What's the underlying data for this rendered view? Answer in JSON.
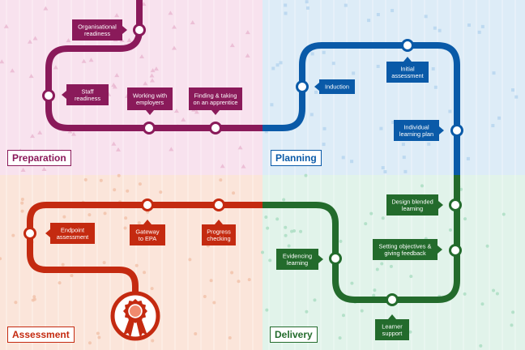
{
  "colors": {
    "preparation": "#8a1a5a",
    "planning": "#0a5aa8",
    "delivery": "#236b2c",
    "assessment": "#c42a10",
    "bg_preparation": "#f8e2ee",
    "bg_planning": "#ddecf7",
    "bg_delivery": "#e1f3ea",
    "bg_assessment": "#fbe5da"
  },
  "quadrants": {
    "preparation": "Preparation",
    "planning": "Planning",
    "assessment": "Assessment",
    "delivery": "Delivery"
  },
  "stops": {
    "organisational_readiness": [
      "Organisational",
      "readiness"
    ],
    "staff_readiness": [
      "Staff",
      "readiness"
    ],
    "working_with_employers": [
      "Working with",
      "employers"
    ],
    "finding_apprentice": [
      "Finding & taking",
      "on an apprentice"
    ],
    "induction": [
      "Induction"
    ],
    "initial_assessment": [
      "Initial",
      "assessment"
    ],
    "individual_learning_plan": [
      "Individual",
      "learning plan"
    ],
    "design_blended_learning": [
      "Design blended",
      "learning"
    ],
    "setting_objectives": [
      "Setting objectives &",
      "giving feedback"
    ],
    "learner_support": [
      "Learner",
      "support"
    ],
    "evidencing_learning": [
      "Evidencing",
      "learning"
    ],
    "progress_checking": [
      "Progress",
      "checking"
    ],
    "gateway_to_epa": [
      "Gateway",
      "to EPA"
    ],
    "endpoint_assessment": [
      "Endpoint",
      "assessment"
    ]
  },
  "finish_icon": "rosette-award-icon"
}
